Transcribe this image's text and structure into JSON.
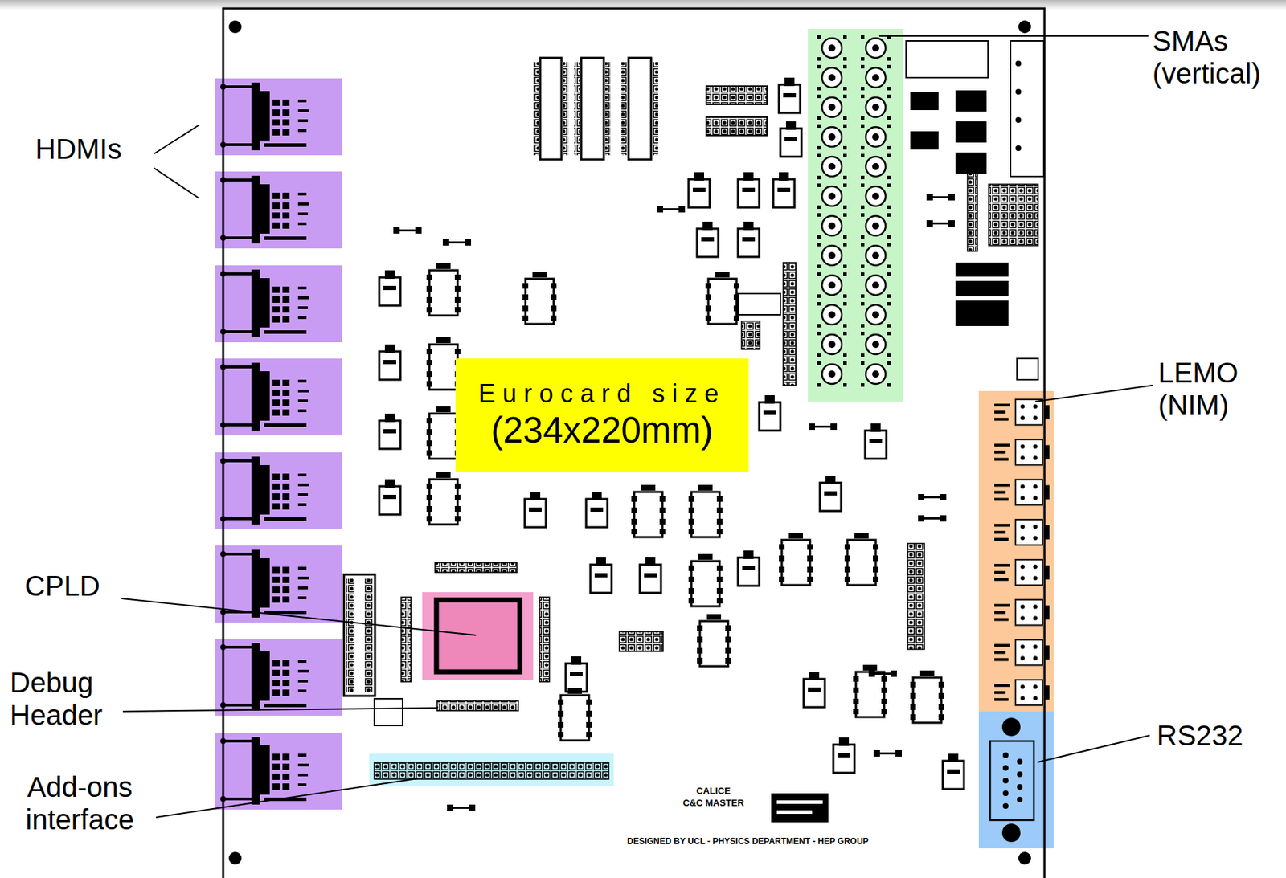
{
  "diagram": {
    "nodes": [
      {
        "text": [
          "Eurocard size",
          "(234x220mm)"
        ]
      }
    ],
    "labels": [
      "HDMIs",
      "SMAs (vertical)",
      "LEMO (NIM)",
      "CPLD",
      "Debug Header",
      "RS232",
      "Add-ons interface",
      "CALICE",
      "C&C MASTER",
      "DESIGNED BY UCL - PHYSICS DEPARTMENT - HEP GROUP"
    ]
  }
}
